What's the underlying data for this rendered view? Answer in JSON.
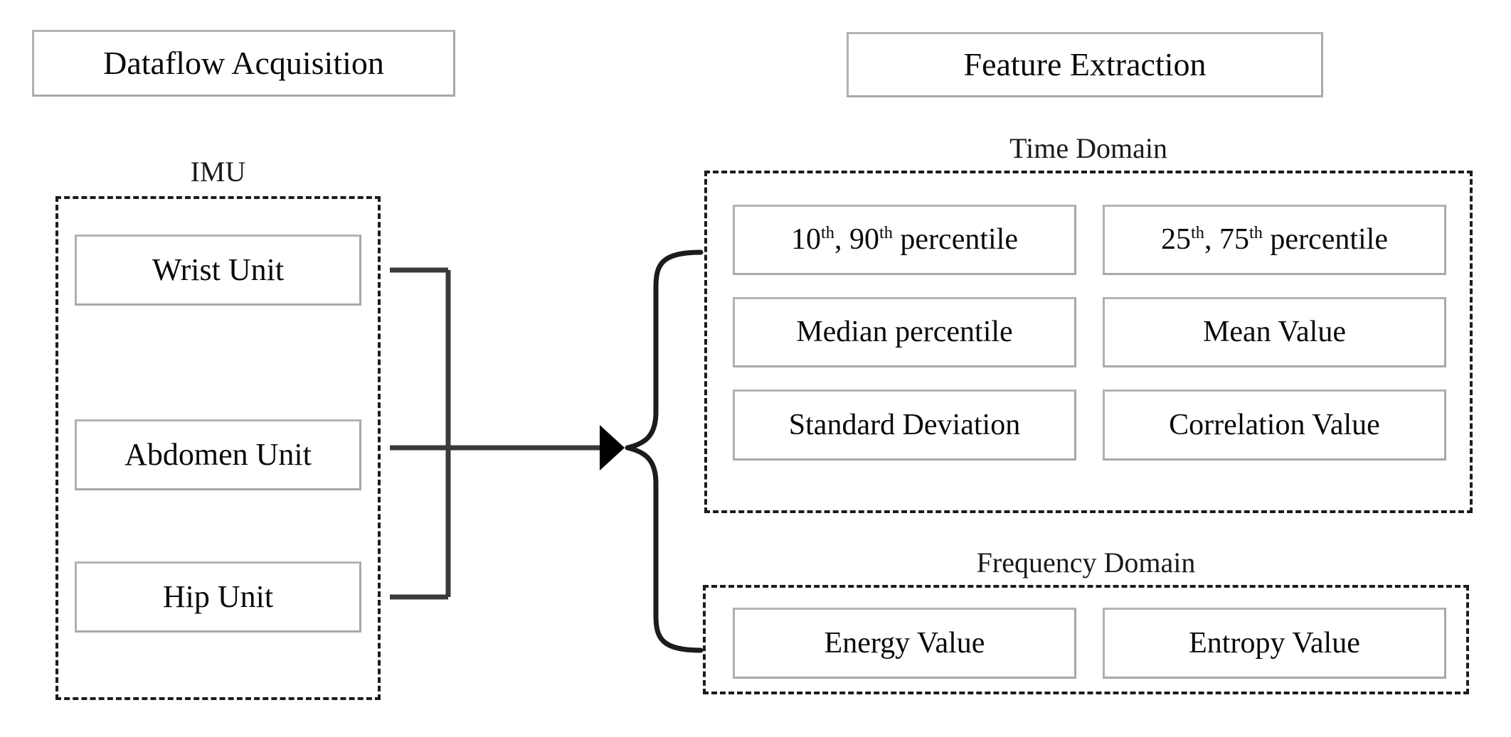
{
  "acquisition": {
    "title": "Dataflow Acquisition",
    "group_caption": "IMU",
    "units": [
      {
        "label": "Wrist Unit"
      },
      {
        "label": "Abdomen Unit"
      },
      {
        "label": "Hip Unit"
      }
    ]
  },
  "extraction": {
    "title": "Feature Extraction",
    "groups": [
      {
        "caption": "Time Domain",
        "features": [
          {
            "prefix": "10",
            "sup1": "th",
            "mid": ", 90",
            "sup2": "th",
            "suffix": " percentile",
            "plain": ""
          },
          {
            "prefix": "25",
            "sup1": "th",
            "mid": ", 75",
            "sup2": "th",
            "suffix": " percentile",
            "plain": ""
          },
          {
            "plain": "Median percentile"
          },
          {
            "plain": "Mean Value"
          },
          {
            "plain": "Standard Deviation"
          },
          {
            "plain": "Correlation Value"
          }
        ]
      },
      {
        "caption": "Frequency Domain",
        "features": [
          {
            "plain": "Energy  Value"
          },
          {
            "plain": "Entropy  Value"
          }
        ]
      }
    ]
  },
  "connector": {
    "arrow_name": "dataflow-arrow",
    "brace_name": "fan-out-brace",
    "line_color": "#3a3a3a",
    "arrow_color": "#000000"
  }
}
